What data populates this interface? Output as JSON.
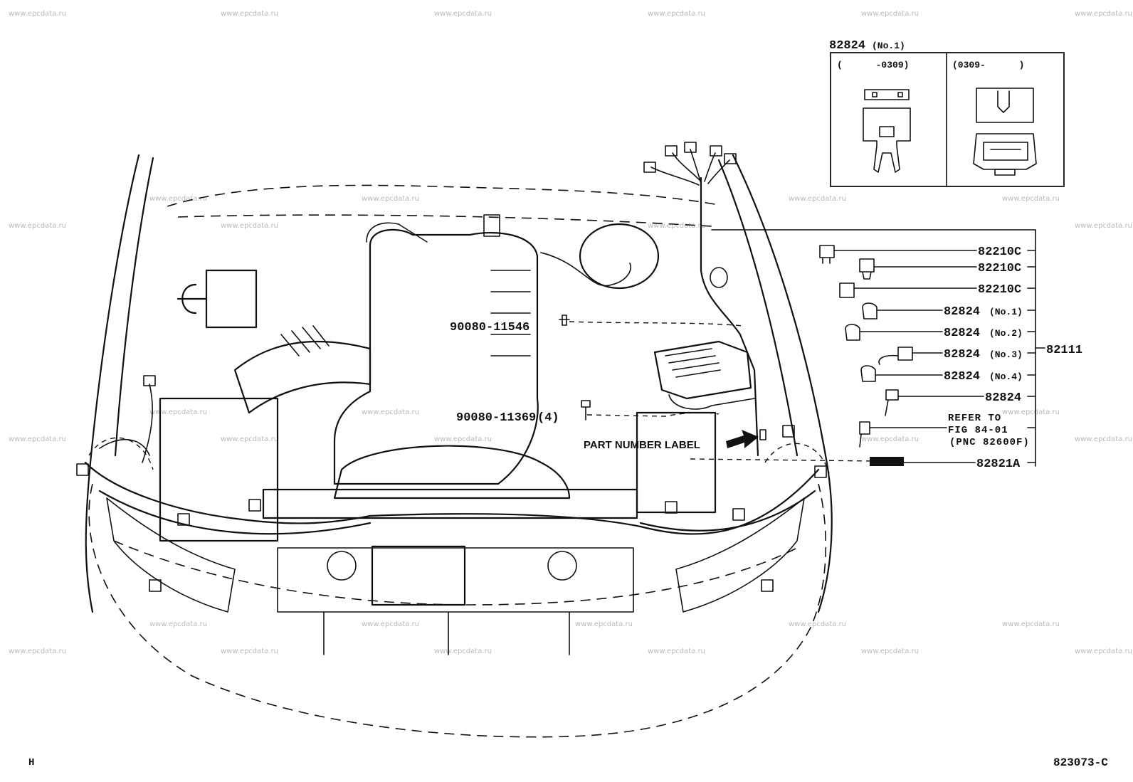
{
  "watermark": "www.epcdata.ru",
  "inset": {
    "title": "82824",
    "title_suffix": "(No.1)",
    "left_range": "(      -0309)",
    "right_range": "(0309-      )"
  },
  "parts": {
    "group_number": "82111",
    "bolt_1": "90080-11546",
    "bolt_2": "90080-11369",
    "bolt_2_qty": "(4)",
    "part_label": "PART NUMBER LABEL",
    "items": [
      {
        "number": "82210C",
        "suffix": ""
      },
      {
        "number": "82210C",
        "suffix": ""
      },
      {
        "number": "82210C",
        "suffix": ""
      },
      {
        "number": "82824",
        "suffix": "(No.1)"
      },
      {
        "number": "82824",
        "suffix": "(No.2)"
      },
      {
        "number": "82824",
        "suffix": "(No.3)"
      },
      {
        "number": "82824",
        "suffix": "(No.4)"
      },
      {
        "number": "82824",
        "suffix": ""
      }
    ],
    "refer": {
      "line1": "REFER TO",
      "line2": "FIG 84-01",
      "line3": "(PNC 82600F)"
    },
    "last_item": "82821A"
  },
  "footer": {
    "left_mark": "H",
    "figure_code": "823073-C"
  }
}
